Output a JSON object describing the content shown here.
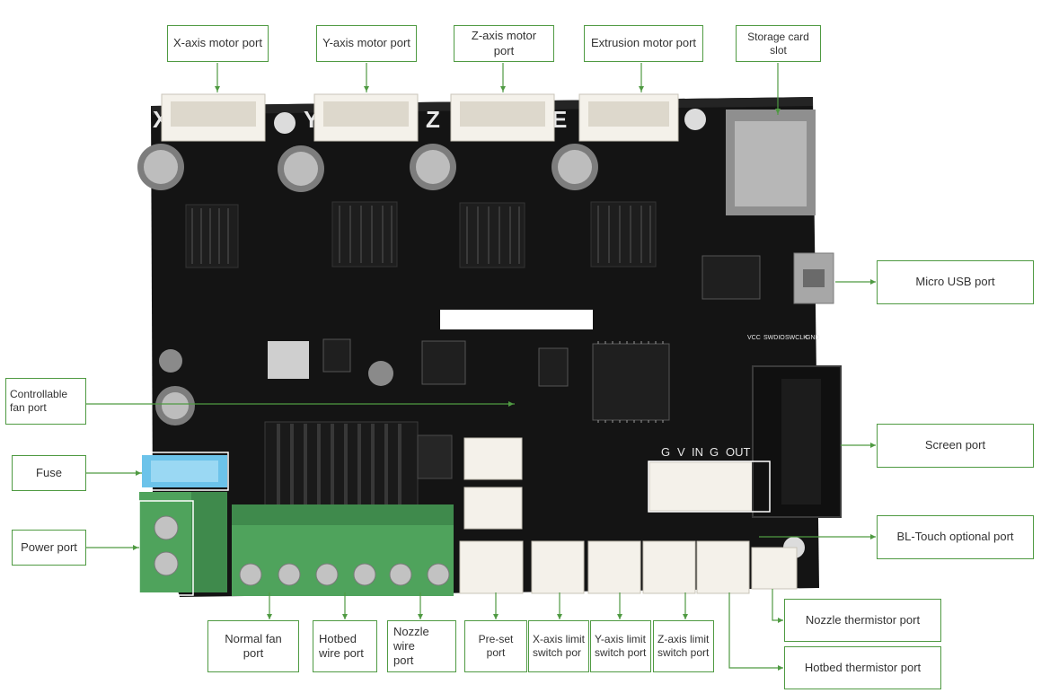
{
  "silkscreen": {
    "axes": [
      "X",
      "Y",
      "Z",
      "E"
    ],
    "headers": [
      "G",
      "V",
      "IN",
      "G",
      "OUT"
    ],
    "debug_header": [
      "VCC",
      "SWDIO",
      "SWCLK",
      "GND"
    ]
  },
  "labels": {
    "x_motor": "X-axis motor port",
    "y_motor": "Y-axis motor port",
    "z_motor": "Z-axis motor port",
    "e_motor": "Extrusion motor port",
    "storage": "Storage card slot",
    "usb": "Micro USB port",
    "fan_ctrl_1": "Controllable",
    "fan_ctrl_2": "fan port",
    "fuse": "Fuse",
    "power": "Power port",
    "screen": "Screen port",
    "bltouch": "BL-Touch optional port",
    "normal_fan": "Normal fan port",
    "hotbed_wire_1": "Hotbed",
    "hotbed_wire_2": "wire port",
    "nozzle_wire_1": "Nozzle wire",
    "nozzle_wire_2": "port",
    "preset": "Pre-set port",
    "x_limit_1": "X-axis limit",
    "x_limit_2": "switch por",
    "y_limit_1": "Y-axis limit",
    "y_limit_2": "switch port",
    "z_limit_1": "Z-axis limit",
    "z_limit_2": "switch port",
    "nozzle_therm": "Nozzle thermistor port",
    "hotbed_therm": "Hotbed thermistor port"
  },
  "colors": {
    "board": "#141414",
    "callout": "#4f9a42",
    "connector": "#f4f1ea",
    "terminal": "#4fa35c",
    "fuse": "#6cc3ea"
  }
}
